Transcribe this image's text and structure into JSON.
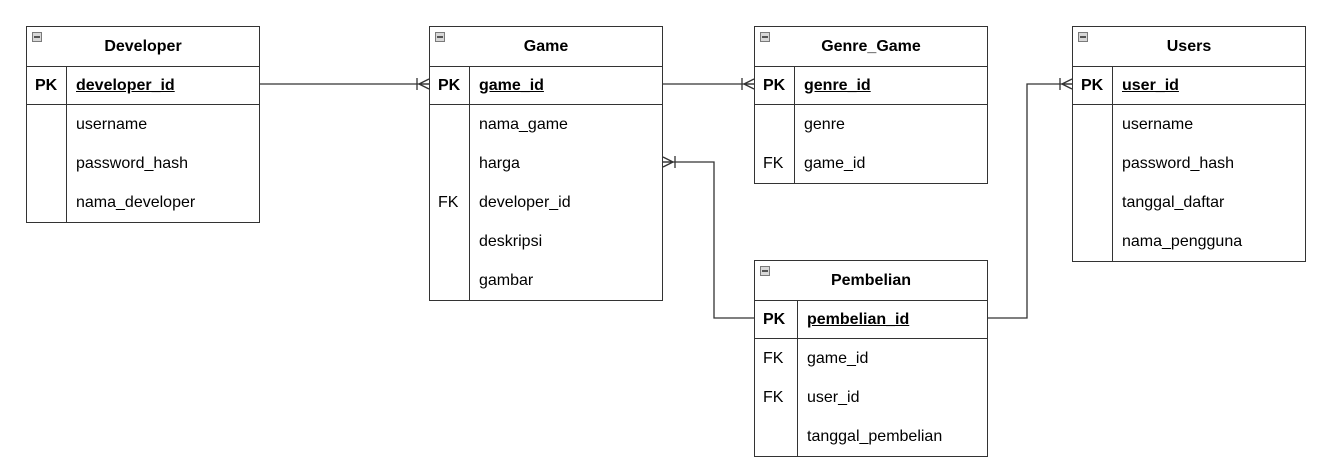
{
  "entities": [
    {
      "id": "developer",
      "title": "Developer",
      "rows": [
        {
          "key": "PK",
          "name": "developer_id",
          "pk": true
        },
        {
          "key": "",
          "name": "username"
        },
        {
          "key": "",
          "name": "password_hash"
        },
        {
          "key": "",
          "name": "nama_developer"
        }
      ]
    },
    {
      "id": "game",
      "title": "Game",
      "rows": [
        {
          "key": "PK",
          "name": "game_id",
          "pk": true
        },
        {
          "key": "",
          "name": "nama_game"
        },
        {
          "key": "",
          "name": "harga"
        },
        {
          "key": "FK",
          "name": "developer_id"
        },
        {
          "key": "",
          "name": "deskripsi"
        },
        {
          "key": "",
          "name": "gambar"
        }
      ]
    },
    {
      "id": "genre-game",
      "title": "Genre_Game",
      "rows": [
        {
          "key": "PK",
          "name": "genre_id",
          "pk": true
        },
        {
          "key": "",
          "name": "genre"
        },
        {
          "key": "FK",
          "name": "game_id"
        }
      ]
    },
    {
      "id": "users",
      "title": "Users",
      "rows": [
        {
          "key": "PK",
          "name": "user_id",
          "pk": true
        },
        {
          "key": "",
          "name": "username"
        },
        {
          "key": "",
          "name": "password_hash"
        },
        {
          "key": "",
          "name": "tanggal_daftar"
        },
        {
          "key": "",
          "name": "nama_pengguna"
        }
      ]
    },
    {
      "id": "pembelian",
      "title": "Pembelian",
      "rows": [
        {
          "key": "PK",
          "name": "pembelian_id",
          "pk": true
        },
        {
          "key": "FK",
          "name": "game_id"
        },
        {
          "key": "FK",
          "name": "user_id"
        },
        {
          "key": "",
          "name": "tanggal_pembelian"
        }
      ]
    }
  ],
  "relationships": [
    {
      "from": "developer",
      "to": "game",
      "from_end": "none",
      "to_end": "one-or-many"
    },
    {
      "from": "game",
      "to": "genre-game",
      "from_end": "none",
      "to_end": "one-or-many"
    },
    {
      "from": "pembelian",
      "to": "game",
      "from_end": "none",
      "to_end": "one-or-many"
    },
    {
      "from": "pembelian",
      "to": "users",
      "from_end": "none",
      "to_end": "one-or-many"
    }
  ],
  "colors": {
    "stroke": "#333333",
    "background": "#ffffff",
    "text": "#000000"
  }
}
